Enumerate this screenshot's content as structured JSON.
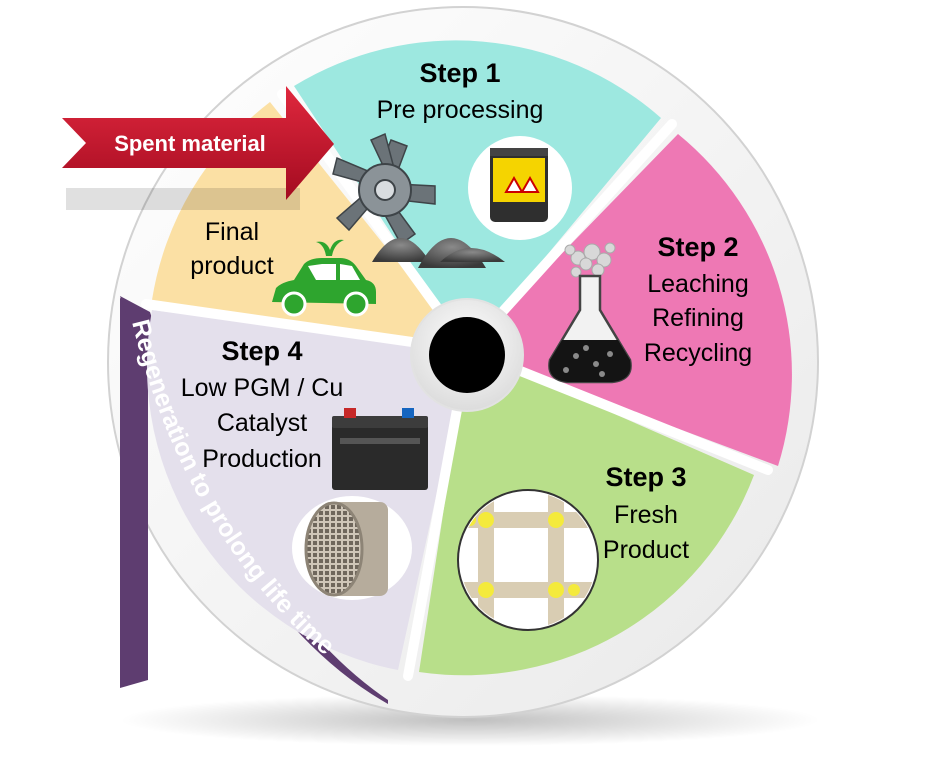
{
  "arrow": {
    "label": "Spent material"
  },
  "segments": {
    "step1": {
      "title": "Step 1",
      "lines": [
        "Pre processing"
      ]
    },
    "step2": {
      "title": "Step 2",
      "lines": [
        "Leaching",
        "Refining",
        "Recycling"
      ]
    },
    "step3": {
      "title": "Step 3",
      "lines": [
        "Fresh",
        "Product"
      ]
    },
    "step4": {
      "title": "Step 4",
      "lines": [
        "Low PGM / Cu",
        "Catalyst",
        "Production"
      ]
    },
    "final": {
      "lines": [
        "Final",
        "product"
      ]
    }
  },
  "band": {
    "label": "Regeneration to prolong life time"
  },
  "colors": {
    "step1": "#9de8e0",
    "step2": "#ee78b4",
    "step3": "#b8df8a",
    "step4": "#e4e0ec",
    "final": "#fbe0a4",
    "band": "#5e3d70",
    "arrow": "#c8102e",
    "hub": "#000000"
  },
  "icons": [
    "shredder-blade-icon",
    "hazard-drum-icon",
    "granules-icon",
    "flask-icon",
    "mesh-icon",
    "car-icon",
    "battery-icon",
    "honeycomb-catalyst-icon"
  ]
}
